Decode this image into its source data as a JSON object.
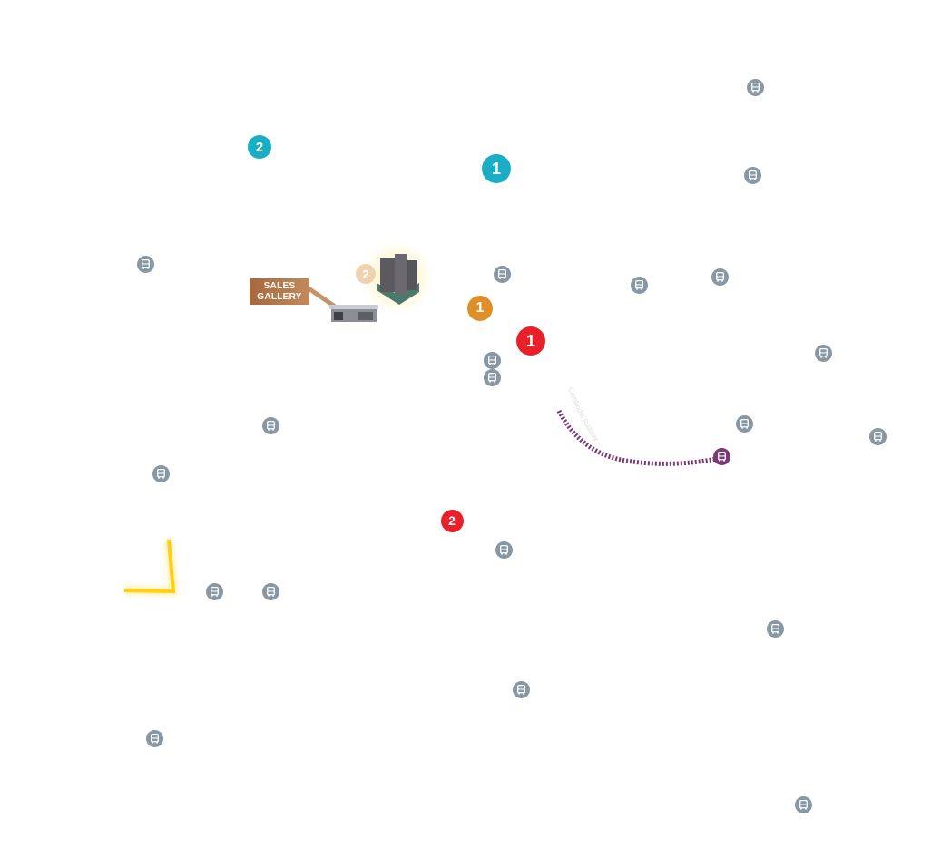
{
  "sales_gallery": {
    "label": "SALES GALLERY"
  },
  "railway": {
    "label": "Cambodia Railway",
    "color": "#7a3a78"
  },
  "markers": [
    {
      "id": "teal-2",
      "label": "2",
      "color": "#1aaec4"
    },
    {
      "id": "teal-1",
      "label": "1",
      "color": "#1aaec4"
    },
    {
      "id": "orange-1",
      "label": "1",
      "color": "#de8f27"
    },
    {
      "id": "red-1",
      "label": "1",
      "color": "#e8202a"
    },
    {
      "id": "red-2",
      "label": "2",
      "color": "#e8202a"
    },
    {
      "id": "faded-2",
      "label": "2",
      "color": "#efd2b0"
    }
  ],
  "bus_stop_count": 20,
  "colors": {
    "bus": "#8797a3",
    "highlight": "#ffd21f"
  }
}
